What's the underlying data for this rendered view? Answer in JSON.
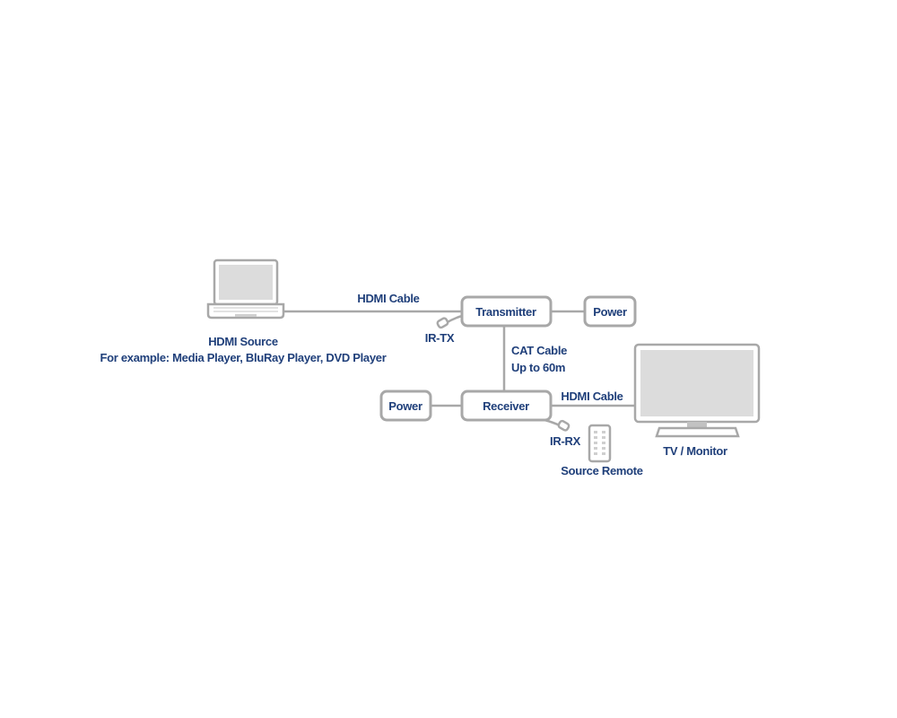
{
  "hdmi_source": {
    "title": "HDMI Source",
    "subtitle": "For example: Media Player, BluRay Player, DVD Player"
  },
  "cables": {
    "hdmi_in": "HDMI Cable",
    "hdmi_out": "HDMI Cable",
    "cat_line1": "CAT Cable",
    "cat_line2": "Up to 60m"
  },
  "transmitter": {
    "label": "Transmitter",
    "power_label": "Power",
    "ir_label": "IR-TX"
  },
  "receiver": {
    "label": "Receiver",
    "power_label": "Power",
    "ir_label": "IR-RX"
  },
  "remote": {
    "label": "Source Remote"
  },
  "display": {
    "label": "TV / Monitor"
  },
  "colors": {
    "text": "#1f3f7a",
    "outline": "#a8a8a8",
    "screen": "#dcdcdc"
  }
}
